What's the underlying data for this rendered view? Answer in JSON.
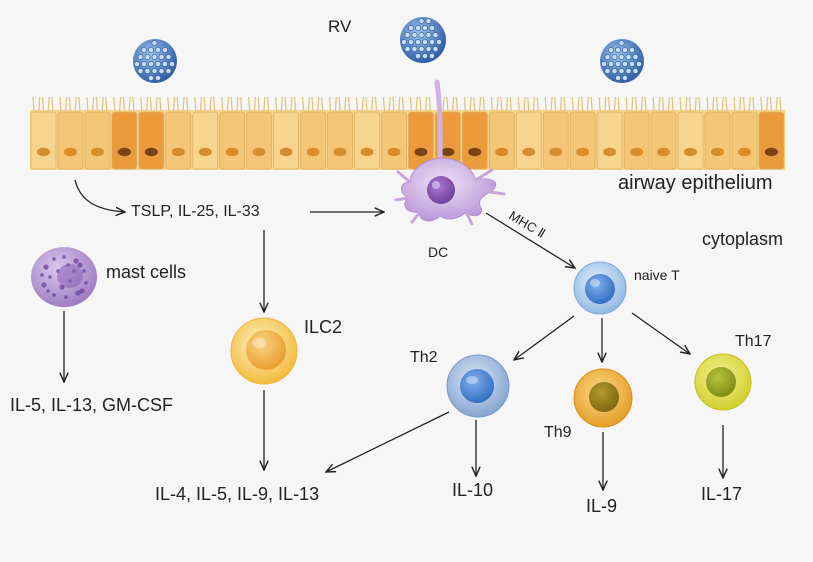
{
  "labels": {
    "rv": "RV",
    "airway_epithelium": "airway epithelium",
    "cytoplasm": "cytoplasm",
    "cytokines_epithelial": "TSLP, IL-25, IL-33",
    "dc": "DC",
    "mhc": "MHC Ⅱ",
    "naive_t": "naive T",
    "mast_cells": "mast cells",
    "ilc2": "ILC2",
    "th2": "Th2",
    "th9": "Th9",
    "th17": "Th17",
    "mast_products": "IL-5, IL-13, GM-CSF",
    "ilc2_products": "IL-4, IL-5, IL-9, IL-13",
    "th2_products": "IL-10",
    "th9_products": "IL-9",
    "th17_products": "IL-17"
  },
  "colors": {
    "virus": "#3b6fb5",
    "epithelium": "#f4c97a",
    "epithelium_dark": "#e2902e",
    "dc": "#c8a6dc",
    "mast": "#a98ac8",
    "ilc2": "#f7c85a",
    "naive_t": "#8fb8e4",
    "th2": "#90aed6",
    "th9": "#eaa42c",
    "th17": "#dcd83a"
  },
  "icons": [
    "virus-icon",
    "epithelial-cell-icon",
    "dendritic-cell-icon",
    "mast-cell-icon",
    "ilc2-cell-icon",
    "naive-t-cell-icon",
    "th2-cell-icon",
    "th9-cell-icon",
    "th17-cell-icon",
    "arrow-icon"
  ]
}
